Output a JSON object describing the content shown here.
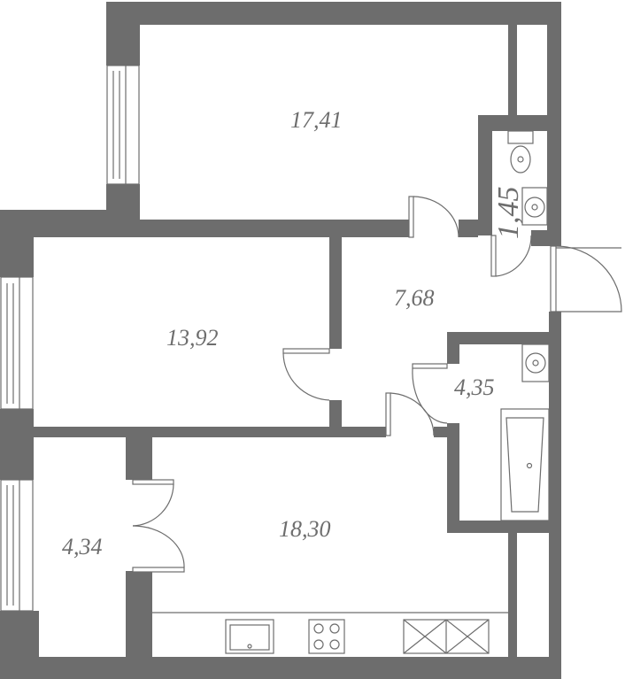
{
  "plan": {
    "rooms": [
      {
        "id": "bedroom",
        "area": "17,41"
      },
      {
        "id": "toilet",
        "area": "1,45"
      },
      {
        "id": "hallway",
        "area": "7,68"
      },
      {
        "id": "living-room",
        "area": "13,92"
      },
      {
        "id": "bathroom",
        "area": "4,35"
      },
      {
        "id": "balcony",
        "area": "4,34"
      },
      {
        "id": "kitchen-living",
        "area": "18,30"
      }
    ],
    "colors": {
      "wall": "#6d6d6d",
      "floor": "#ffffff"
    }
  }
}
